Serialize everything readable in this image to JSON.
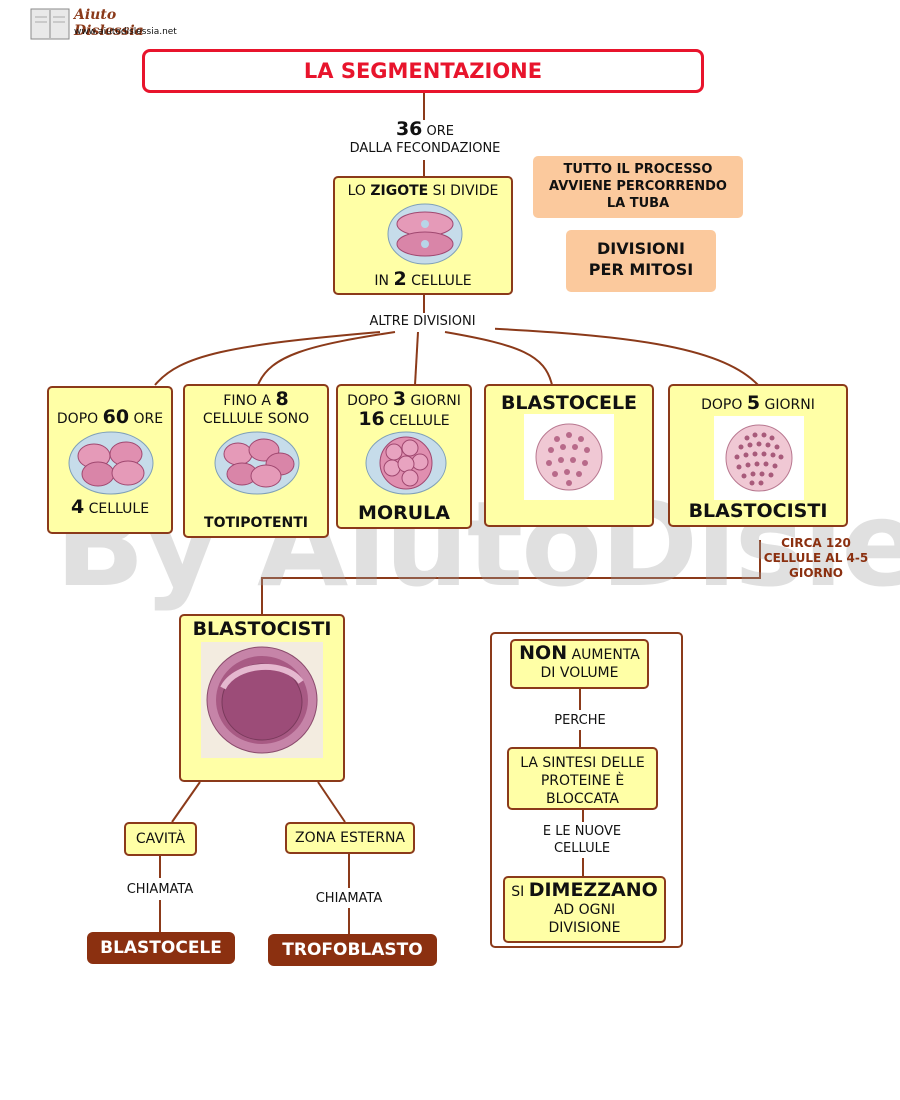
{
  "logo": {
    "brand": "Aiuto Dislessia",
    "url": "www.aiutodislessia.net"
  },
  "watermark": "By AiutoDislessia.net",
  "title": "LA SEGMENTAZIONE",
  "time1": {
    "number": "36",
    "unit": "ORE",
    "line2": "DALLA FECONDAZIONE"
  },
  "zigote": {
    "pre": "LO ",
    "bold": "ZIGOTE",
    "post": " SI DIVIDE",
    "in": "IN ",
    "num": "2",
    "cells": " CELLULE"
  },
  "side_notes": {
    "tube": "TUTTO IL PROCESSO AVVIENE PERCORRENDO LA TUBA",
    "mitosis": "DIVISIONI PER MITOSI"
  },
  "altre_divisioni": "ALTRE DIVISIONI",
  "stages": {
    "s1": {
      "pre": "DOPO ",
      "num": "60",
      "post": " ORE",
      "bottom_num": "4",
      "bottom_text": " CELLULE"
    },
    "s2": {
      "pre": "FINO A ",
      "num": "8",
      "line2": "CELLULE SONO",
      "bottom": "TOTIPOTENTI"
    },
    "s3": {
      "pre": "DOPO ",
      "num": "3",
      "post": " GIORNI",
      "num2": "16",
      "post2": " CELLULE",
      "bottom": "MORULA"
    },
    "s4": {
      "top": "BLASTOCELE"
    },
    "s5": {
      "pre": "DOPO ",
      "num": "5",
      "post": " GIORNI",
      "bottom": "BLASTOCISTI"
    }
  },
  "circa_note": "CIRCA 120 CELLULE AL 4-5 GIORNO",
  "blastocisti": {
    "title": "BLASTOCISTI"
  },
  "cavita": "CAVITÀ",
  "zona_esterna": "ZONA ESTERNA",
  "chiamata1": "CHIAMATA",
  "chiamata2": "CHIAMATA",
  "result1": "BLASTOCELE",
  "result2": "TROFOBLASTO",
  "volume": {
    "non_bold": "NON",
    "non_rest": " AUMENTA",
    "non_line2": "DI VOLUME",
    "perche": "PERCHE",
    "sintesi": "LA SINTESI DELLE PROTEINE È BLOCCATA",
    "nuove": "E LE NUOVE CELLULE",
    "si": "SI ",
    "dimezzano": "DIMEZZANO",
    "ogni": "AD OGNI DIVISIONE"
  },
  "colors": {
    "box_fill": "#ffffa6",
    "border": "#8b3a1a",
    "title_border": "#e8142c",
    "title_text": "#e8142c",
    "peach": "#fbc99d",
    "dark_brown": "#8b3010"
  }
}
